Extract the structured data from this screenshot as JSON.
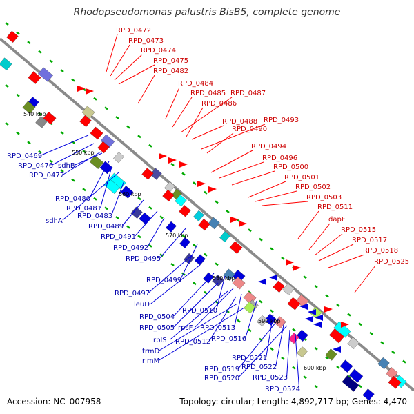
{
  "title": "Rhodopseudomonas palustris BisB5, complete genome",
  "footer": {
    "accession": "Accession: NC_007958",
    "topology": "Topology: circular; Length: 4,892,717 bp; Genes: 4,470"
  },
  "colors": {
    "forward_label": "#cc0000",
    "reverse_label": "#0000aa",
    "backbone": "#888888",
    "tick": "#00aa00"
  },
  "kbp_labels": [
    "540 kbp",
    "550 kbp",
    "560 kbp",
    "570 kbp",
    "580 kbp",
    "590 kbp",
    "600 kbp"
  ],
  "forward_labels": [
    "RPD_0472",
    "RPD_0473",
    "RPD_0474",
    "RPD_0475",
    "RPD_0482",
    "RPD_0484",
    "RPD_0485",
    "RPD_0487",
    "RPD_0486",
    "RPD_0488",
    "RPD_0493",
    "RPD_0490",
    "RPD_0494",
    "RPD_0496",
    "RPD_0500",
    "RPD_0501",
    "RPD_0502",
    "RPD_0503",
    "RPD_0511",
    "dapF",
    "RPD_0515",
    "RPD_0517",
    "RPD_0518",
    "RPD_0525"
  ],
  "reverse_labels": [
    "RPD_0469",
    "RPD_0476",
    "RPD_0477",
    "sdhB",
    "RPD_0480",
    "RPD_0481",
    "sdhA",
    "RPD_0483",
    "RPD_0489",
    "RPD_0491",
    "RPD_0492",
    "RPD_0495",
    "RPD_0499",
    "RPD_0497",
    "leuD",
    "RPD_0504",
    "RPD_0510",
    "RPD_0505",
    "rpsF",
    "RPD_0513",
    "rplS",
    "RPD_0512",
    "RPD_0516",
    "trmD",
    "rimM",
    "RPD_0521",
    "RPD_0519",
    "RPD_0522",
    "RPD_0520",
    "RPD_0523",
    "RPD_0524"
  ]
}
